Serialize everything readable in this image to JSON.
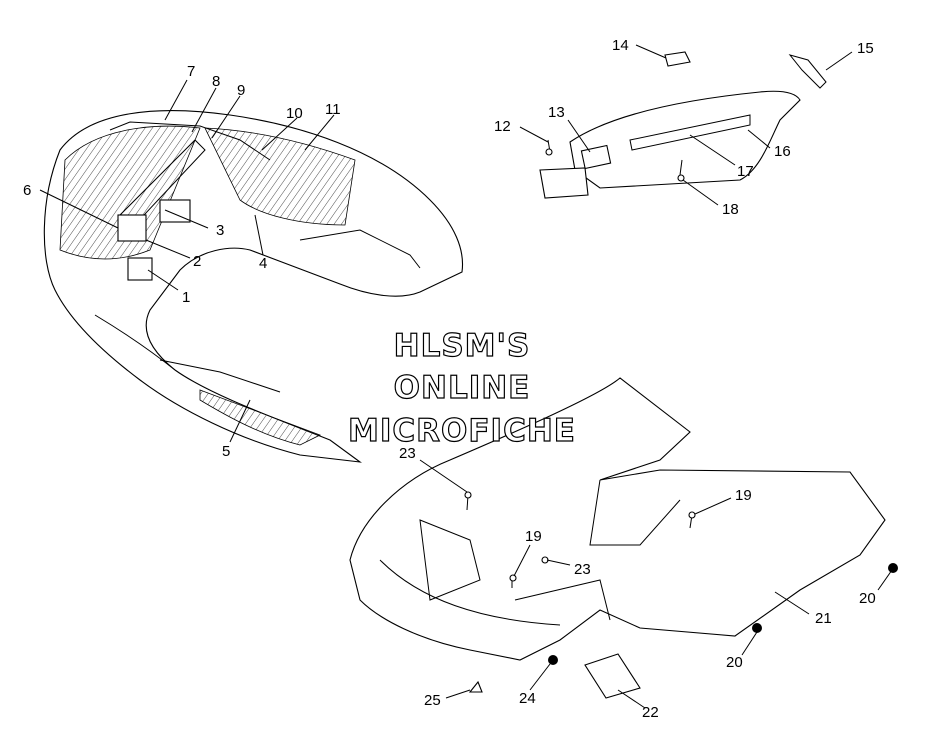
{
  "watermark": {
    "line1": "HLSM'S",
    "line2": "ONLINE",
    "line3": "MICROFICHE"
  },
  "callouts": {
    "c1": "1",
    "c2": "2",
    "c3": "3",
    "c4": "4",
    "c5": "5",
    "c6": "6",
    "c7": "7",
    "c8": "8",
    "c9": "9",
    "c10": "10",
    "c11": "11",
    "c12": "12",
    "c13": "13",
    "c14": "14",
    "c15": "15",
    "c16": "16",
    "c17": "17",
    "c18": "18",
    "c19a": "19",
    "c19b": "19",
    "c20a": "20",
    "c20b": "20",
    "c21": "21",
    "c22": "22",
    "c23a": "23",
    "c23b": "23",
    "c24": "24",
    "c25": "25"
  }
}
